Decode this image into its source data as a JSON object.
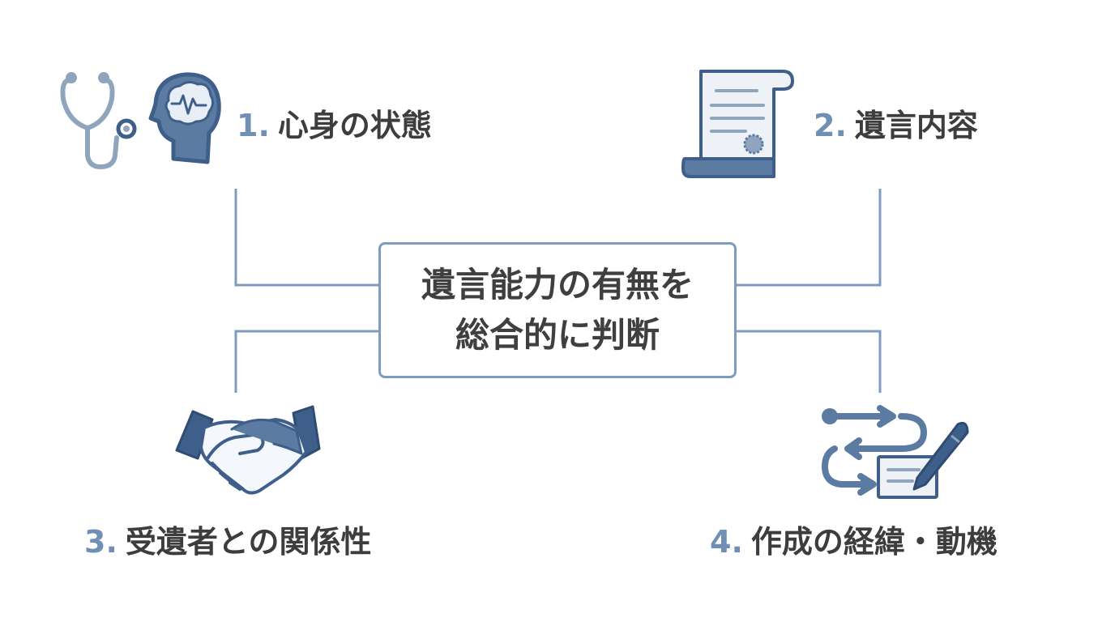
{
  "center": {
    "line1": "遺言能力の有無を",
    "line2": "総合的に判断"
  },
  "factors": [
    {
      "number": "1.",
      "label": "心身の状態",
      "icons": [
        "stethoscope-icon",
        "brain-head-icon"
      ]
    },
    {
      "number": "2.",
      "label": "遺言内容",
      "icons": [
        "will-scroll-icon"
      ]
    },
    {
      "number": "3.",
      "label": "受遺者との関係性",
      "icons": [
        "handshake-icon"
      ]
    },
    {
      "number": "4.",
      "label": "作成の経緯・動機",
      "icons": [
        "process-arrows-icon",
        "pen-document-icon"
      ]
    }
  ],
  "colors": {
    "accent": "#6f8fb4",
    "icon_dark": "#3e5f8a",
    "icon_mid": "#5b7ba3",
    "icon_light": "#8fa4bd",
    "connector": "#7d9cbf",
    "text": "#3d3d3d"
  }
}
